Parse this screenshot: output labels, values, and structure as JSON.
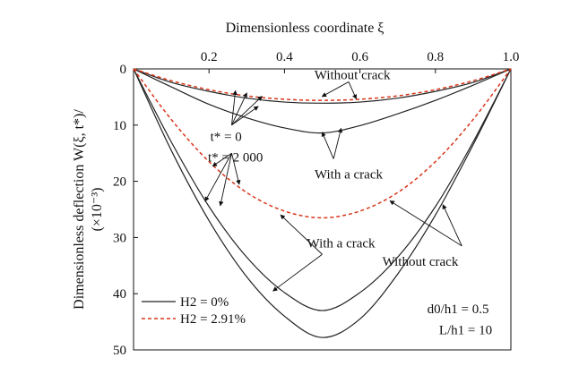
{
  "chart_data": {
    "type": "line",
    "xlabel": "Dimensionless coordinate ξ",
    "ylabel": "Dimensionless deflection W(ξ, t*)/ (×10⁻³)",
    "ylabel_main": "Dimensionless deflection W(ξ, t*)/",
    "ylabel_unit": "(×10⁻³)",
    "xlim": [
      0,
      1.0
    ],
    "ylim": [
      0,
      50
    ],
    "y_inverted": true,
    "x_axis_position": "top",
    "xticks": [
      0.2,
      0.4,
      0.6,
      0.8,
      1.0
    ],
    "xtick_labels": [
      "0.2",
      "0.4",
      "0.6",
      "0.8",
      "1.0"
    ],
    "yticks": [
      0,
      10,
      20,
      30,
      40,
      50
    ],
    "ytick_labels": [
      "0",
      "10",
      "20",
      "30",
      "40",
      "50"
    ],
    "grid": false,
    "legend_position": "bottom-left",
    "series": [
      {
        "name": "H2 = 0%",
        "style": "solid",
        "color": "#222222",
        "group": "t* = 0, Without crack",
        "x": [
          0,
          0.1,
          0.2,
          0.3,
          0.4,
          0.5,
          0.6,
          0.7,
          0.8,
          0.9,
          1.0
        ],
        "y": [
          0,
          2.4,
          4.0,
          5.2,
          5.9,
          6.1,
          5.9,
          5.2,
          4.0,
          2.4,
          0
        ]
      },
      {
        "name": "H2 = 0%",
        "style": "solid",
        "color": "#222222",
        "group": "t* = 0, With a crack",
        "x": [
          0,
          0.1,
          0.2,
          0.3,
          0.4,
          0.5,
          0.6,
          0.7,
          0.8,
          0.9,
          1.0
        ],
        "y": [
          0,
          3.2,
          6.3,
          8.7,
          10.5,
          11.4,
          10.1,
          8.0,
          5.6,
          2.9,
          0
        ]
      },
      {
        "name": "H2 = 0%",
        "style": "solid",
        "color": "#222222",
        "group": "t* = 2 000, Without crack",
        "x": [
          0,
          0.1,
          0.2,
          0.3,
          0.4,
          0.5,
          0.6,
          0.7,
          0.8,
          0.9,
          1.0
        ],
        "y": [
          0,
          13.0,
          24.5,
          33.5,
          39.8,
          43.0,
          39.8,
          33.5,
          24.5,
          13.0,
          0
        ]
      },
      {
        "name": "H2 = 0%",
        "style": "solid",
        "color": "#222222",
        "group": "t* = 2 000, With a crack",
        "x": [
          0,
          0.1,
          0.2,
          0.3,
          0.4,
          0.5,
          0.6,
          0.7,
          0.8,
          0.9,
          1.0
        ],
        "y": [
          0,
          14.5,
          27.0,
          37.0,
          44.0,
          47.8,
          44.5,
          36.5,
          26.0,
          13.5,
          0
        ]
      },
      {
        "name": "H2 = 2.91%",
        "style": "dashed",
        "color": "#d9361b",
        "group": "t* = 0",
        "x": [
          0,
          0.1,
          0.2,
          0.3,
          0.4,
          0.5,
          0.6,
          0.7,
          0.8,
          0.9,
          1.0
        ],
        "y": [
          0,
          2.1,
          3.7,
          4.8,
          5.4,
          5.6,
          5.4,
          4.8,
          3.7,
          2.1,
          0
        ]
      },
      {
        "name": "H2 = 2.91%",
        "style": "dashed",
        "color": "#d9361b",
        "group": "t* = 2 000",
        "x": [
          0,
          0.1,
          0.2,
          0.3,
          0.4,
          0.5,
          0.6,
          0.7,
          0.8,
          0.9,
          1.0
        ],
        "y": [
          0,
          9.0,
          16.5,
          22.0,
          25.3,
          26.5,
          25.3,
          22.0,
          16.5,
          9.0,
          0
        ]
      }
    ],
    "annotations": [
      {
        "text": "Without crack",
        "x": 0.58,
        "y": 1.8
      },
      {
        "text": "t* = 0",
        "x": 0.245,
        "y": 12.8
      },
      {
        "text": "t* = 2 000",
        "x": 0.27,
        "y": 16.5
      },
      {
        "text": "With a crack",
        "x": 0.57,
        "y": 19.5
      },
      {
        "text": "With a crack",
        "x": 0.55,
        "y": 31.8
      },
      {
        "text": "Without crack",
        "x": 0.76,
        "y": 35.0
      },
      {
        "text": "d0/h1 = 0.5",
        "x": 0.86,
        "y": 43.5
      },
      {
        "text": "L/h1 = 10",
        "x": 0.88,
        "y": 47.2
      }
    ],
    "legend": [
      {
        "label": "H2 = 0%",
        "style": "solid",
        "color": "#222222"
      },
      {
        "label": "H2 = 2.91%",
        "style": "dashed",
        "color": "#d9361b"
      }
    ]
  }
}
